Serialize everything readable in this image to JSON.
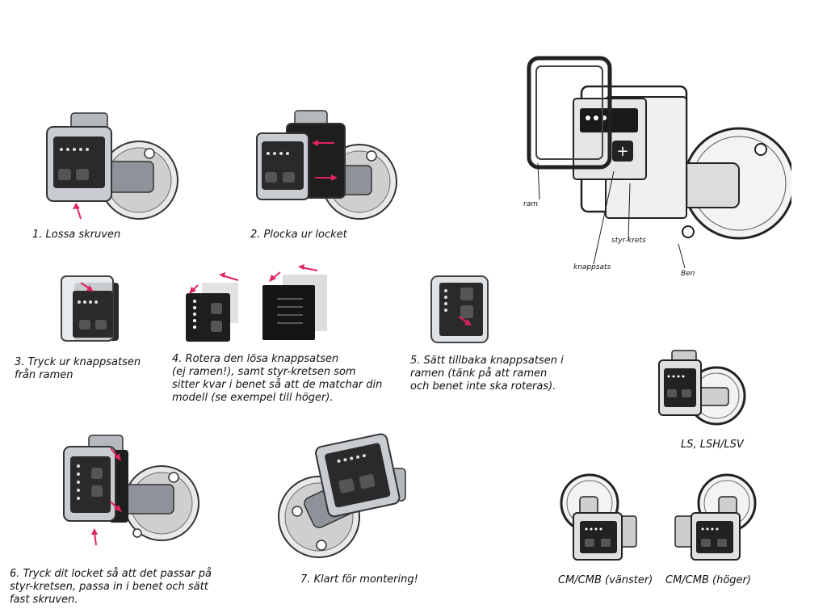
{
  "steps": {
    "s1": "1. Lossa skruven",
    "s2": "2. Plocka ur locket",
    "s3": "3. Tryck ur knappsatsen\nfrån ramen",
    "s4": "4. Rotera den lösa knappsatsen\n(ej ramen!), samt styr-kretsen som\nsitter kvar i benet så att de matchar din\nmodell (se exempel till höger).",
    "s5": "5. Sätt tillbaka knappsatsen i\nramen (tänk på att ramen\noch benet inte ska roteras).",
    "s6": "6. Tryck dit locket så att det passar på\nstyr-kretsen, passa in i benet och sätt\nfast skruven.",
    "s7": "7. Klart för montering!"
  },
  "diagram_labels": {
    "ram": "ram",
    "styr_krets": "styr-krets",
    "knappsats": "knappsats",
    "ben": "Ben"
  },
  "models": {
    "ls": "LS, LSH/LSV",
    "cm_left": "CM/CMB (vänster)",
    "cm_right": "CM/CMB (höger)"
  },
  "colors": {
    "arrow": "#e0245e",
    "metal": "#9aa0a6",
    "dark": "#222222"
  }
}
